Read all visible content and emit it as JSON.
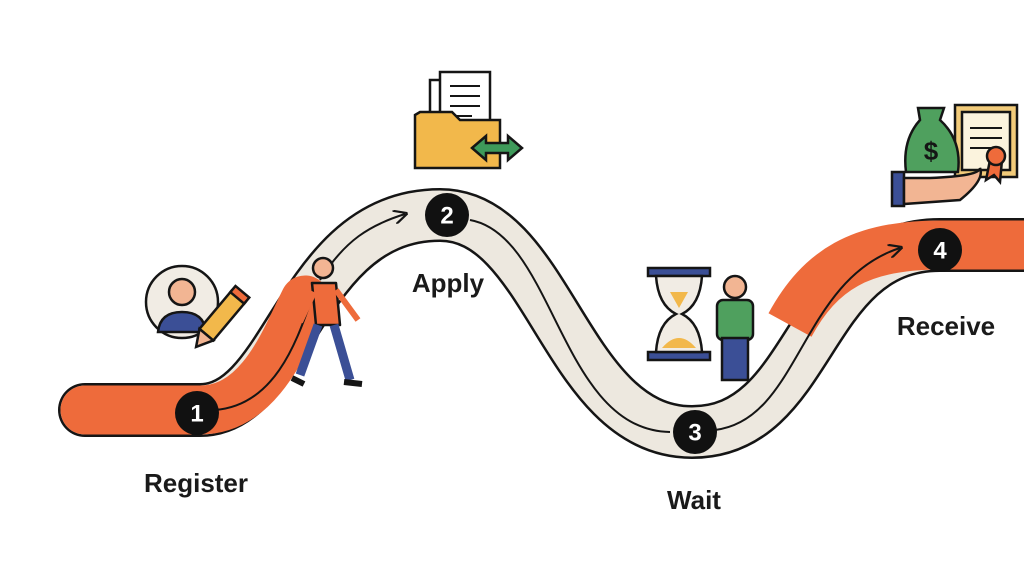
{
  "steps": [
    {
      "number": "1",
      "label": "Register",
      "icon": "user-edit-icon"
    },
    {
      "number": "2",
      "label": "Apply",
      "icon": "folder-documents-icon"
    },
    {
      "number": "3",
      "label": "Wait",
      "icon": "hourglass-icon"
    },
    {
      "number": "4",
      "label": "Receive",
      "icon": "money-certificate-icon"
    }
  ],
  "colors": {
    "road_done": "#EE6B3B",
    "road_pending": "#EDE8DF",
    "outline": "#151515",
    "folder": "#F2B84B",
    "arrow": "#3E9A5A",
    "person_shirt": "#4FA05E",
    "pants": "#3B4F96"
  }
}
